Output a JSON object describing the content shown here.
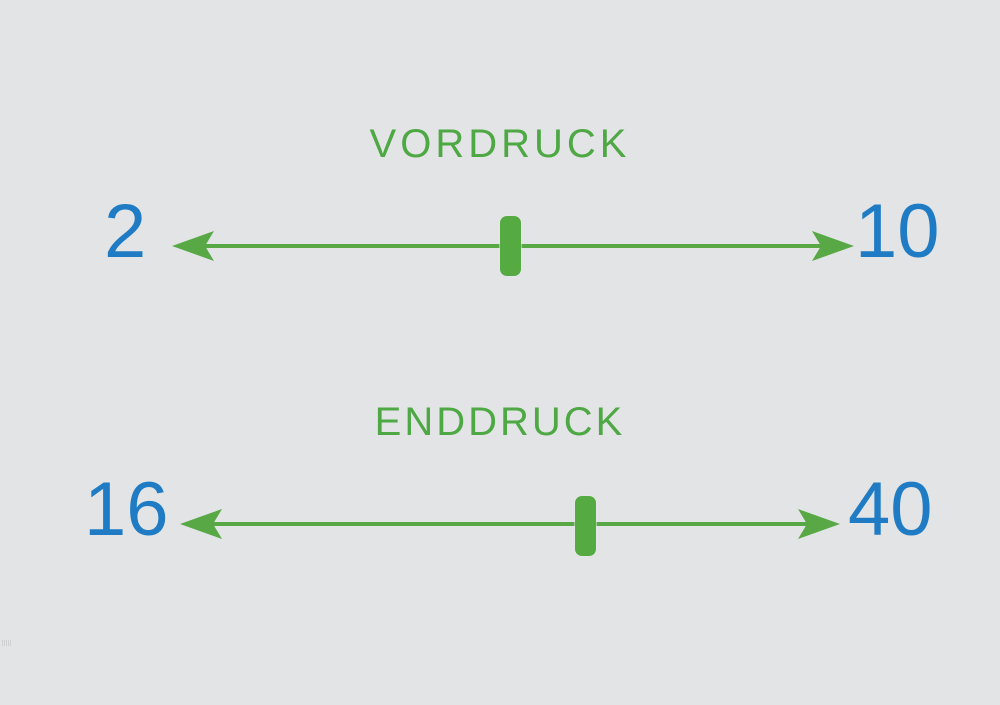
{
  "page": {
    "background_color": "#e3e4e6",
    "accent_green": "#4ea844",
    "line_green": "#58a946",
    "handle_green": "#55ab41",
    "value_blue": "#1f7cc4"
  },
  "sliders": [
    {
      "title": "VORDRUCK",
      "min_label": "2",
      "max_label": "10",
      "min_value": 2,
      "max_value": 10,
      "handle_value": 6,
      "handle_position_percent": 48,
      "unit": ""
    },
    {
      "title": "ENDDRUCK",
      "min_label": "16",
      "max_label": "40",
      "min_value": 16,
      "max_value": 40,
      "handle_value": 30,
      "handle_position_percent": 60,
      "unit": ""
    }
  ]
}
